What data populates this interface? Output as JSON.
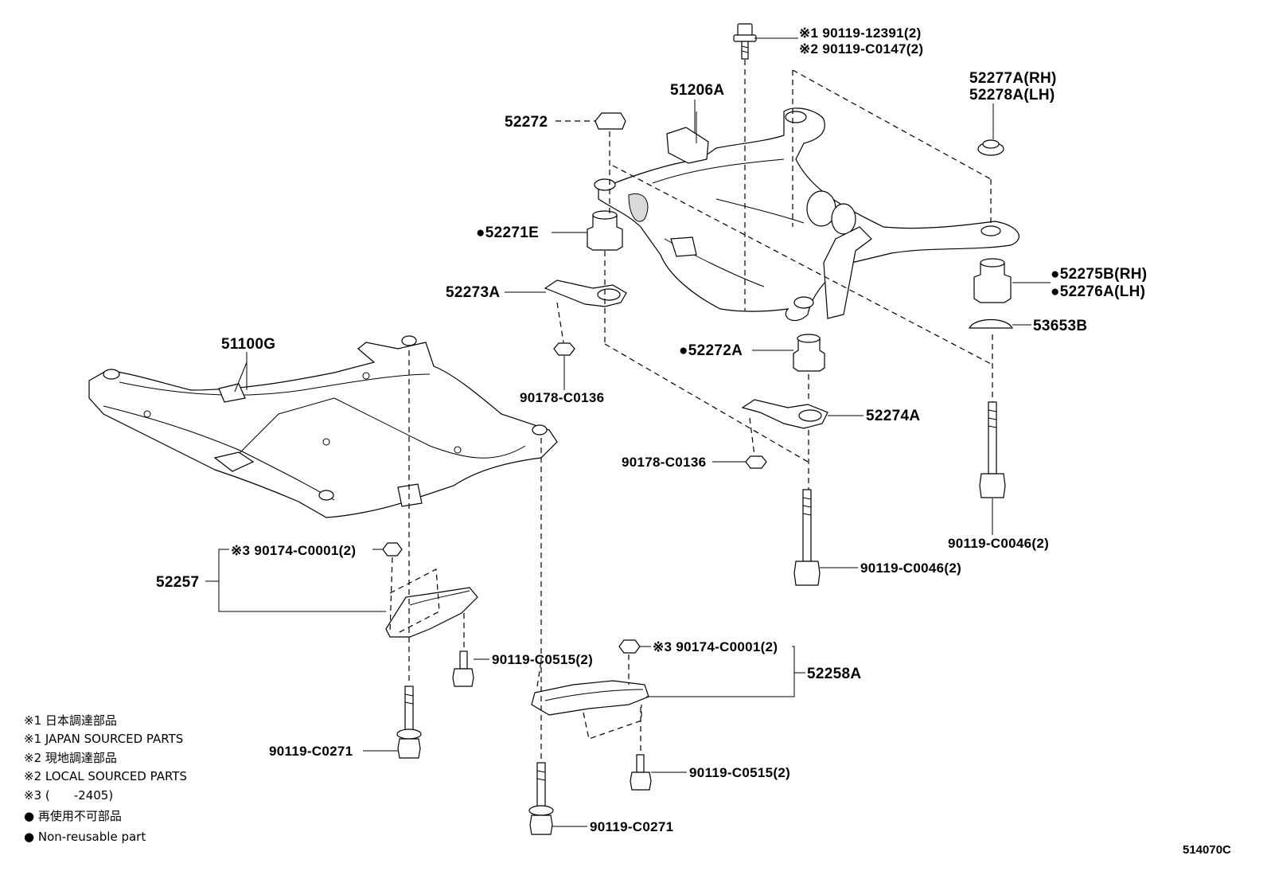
{
  "labels": {
    "p1_90119_12391": "※1 90119-12391(2)",
    "p2_90119_C0147": "※2 90119-C0147(2)",
    "p_52277A": "52277A(RH)",
    "p_52278A": "52278A(LH)",
    "p_51206A": "51206A",
    "p_52272": "52272",
    "p_52271E": "●52271E",
    "p_52275B": "●52275B(RH)",
    "p_52276A": "●52276A(LH)",
    "p_52273A": "52273A",
    "p_53653B": "53653B",
    "p_51100G": "51100G",
    "p_52272A": "●52272A",
    "p_90178_C0136_a": "90178-C0136",
    "p_52274A": "52274A",
    "p_90178_C0136_b": "90178-C0136",
    "p_90119_C0046_r": "90119-C0046(2)",
    "p_90119_C0046_c": "90119-C0046(2)",
    "p_90174_C0001_a": "※3 90174-C0001(2)",
    "p_52257": "52257",
    "p_90119_C0515_a": "90119-C0515(2)",
    "p_90174_C0001_b": "※3 90174-C0001(2)",
    "p_52258A": "52258A",
    "p_90119_C0271_a": "90119-C0271",
    "p_90119_C0515_b": "90119-C0515(2)",
    "p_90119_C0271_b": "90119-C0271"
  },
  "legend": [
    "※1 日本調達部品",
    "※1 JAPAN SOURCED PARTS",
    "※2 現地調達部品",
    "※2 LOCAL SOURCED PARTS",
    "※3 (　　-2405)",
    "● 再使用不可部品",
    "● Non-reusable part"
  ],
  "reference_code": "514070C"
}
